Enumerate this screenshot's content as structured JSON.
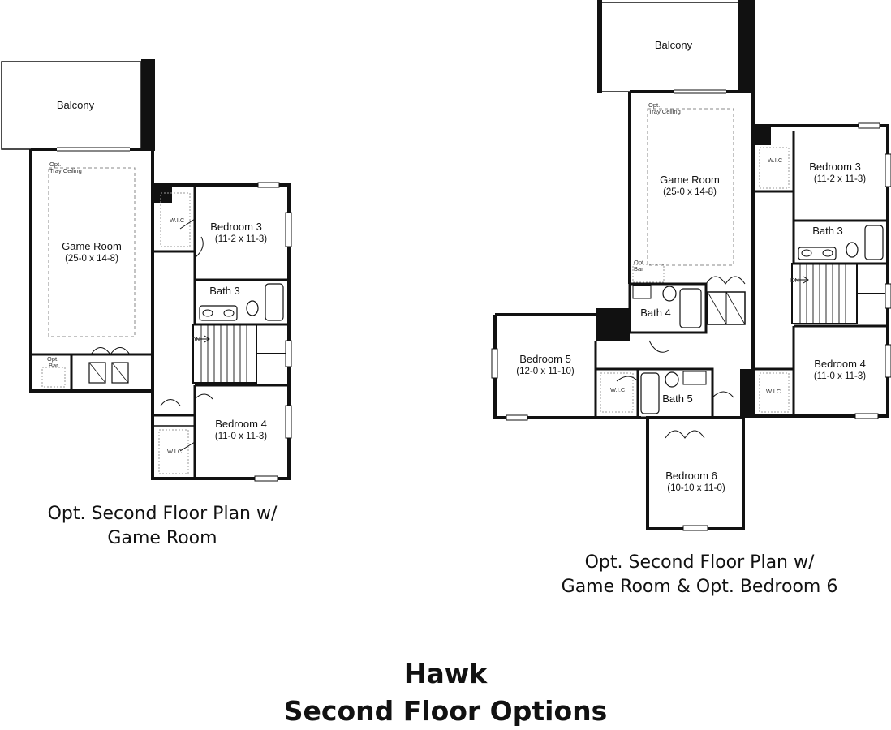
{
  "plan_left": {
    "balcony": "Balcony",
    "tray_ceiling": [
      "Opt.",
      "Tray Ceiling"
    ],
    "game_room": {
      "name": "Game Room",
      "dim": "(25-0 x 14-8)"
    },
    "opt_bar": [
      "Opt.",
      "Bar"
    ],
    "wic_top": "W.I.C",
    "bedroom3": {
      "name": "Bedroom 3",
      "dim": "(11-2 x 11-3)"
    },
    "bath3": "Bath 3",
    "dn": "DN",
    "bedroom4": {
      "name": "Bedroom 4",
      "dim": "(11-0 x 11-3)"
    },
    "wic_bottom": "W.I.C",
    "caption": [
      "Opt. Second Floor Plan w/",
      "Game Room"
    ]
  },
  "plan_right": {
    "balcony": "Balcony",
    "tray_ceiling": [
      "Opt.",
      "Tray Ceiling"
    ],
    "game_room": {
      "name": "Game Room",
      "dim": "(25-0 x 14-8)"
    },
    "opt_bar": [
      "Opt.",
      "Bar"
    ],
    "wic_top": "W.I.C",
    "bedroom3": {
      "name": "Bedroom 3",
      "dim": "(11-2 x 11-3)"
    },
    "bath3": "Bath 3",
    "dn": "DN",
    "bath4": "Bath 4",
    "bedroom5": {
      "name": "Bedroom 5",
      "dim": "(12-0 x 11-10)"
    },
    "wic_b5": "W.I.C",
    "bath5": "Bath 5",
    "bedroom4": {
      "name": "Bedroom 4",
      "dim": "(11-0 x 11-3)"
    },
    "wic_b4": "W.I.C",
    "bedroom6": {
      "name": "Bedroom 6",
      "dim": "(10-10 x 11-0)"
    },
    "caption": [
      "Opt. Second Floor Plan w/",
      "Game Room & Opt. Bedroom 6"
    ]
  },
  "title": {
    "line1": "Hawk",
    "line2": "Second Floor Options"
  }
}
